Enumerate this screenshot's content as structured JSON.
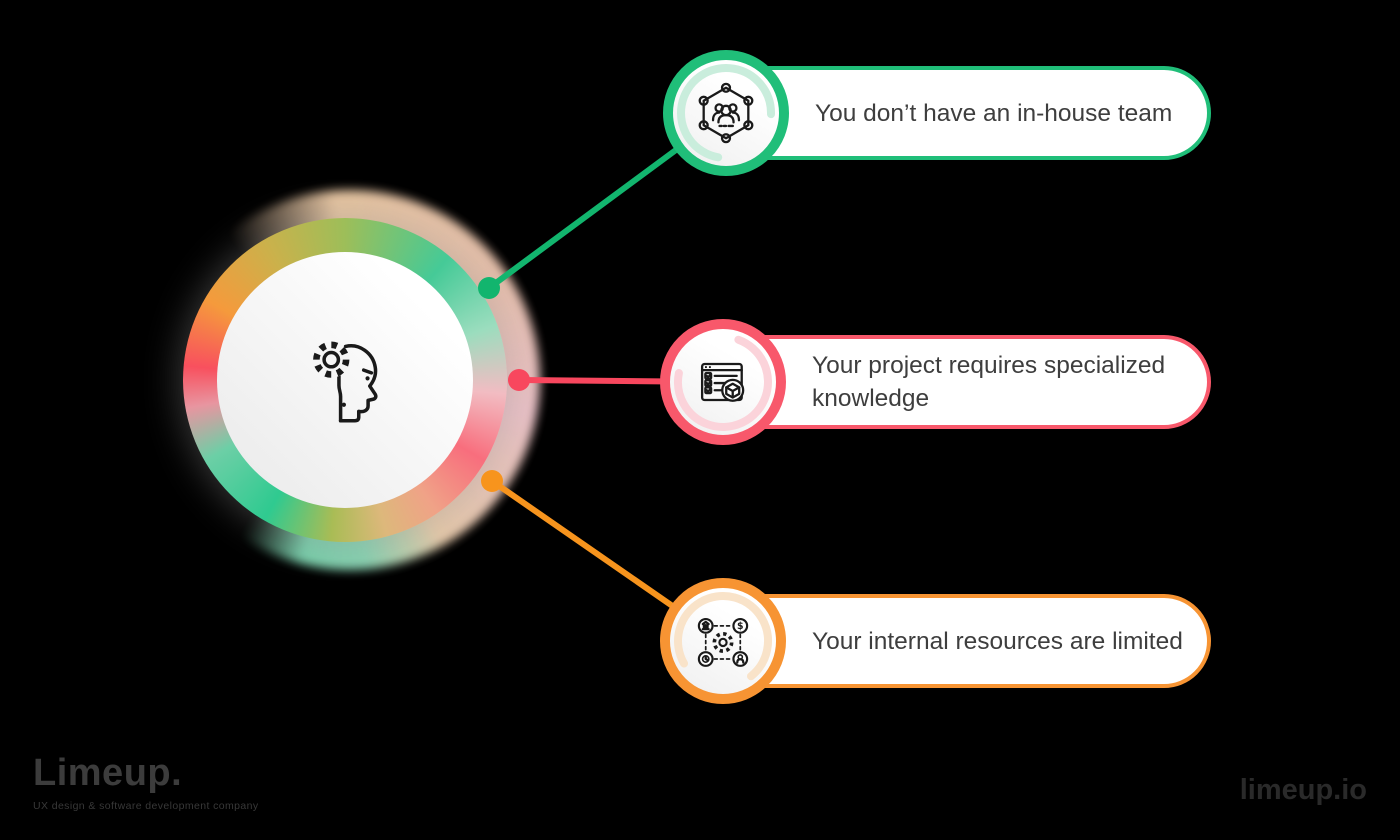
{
  "canvas": {
    "background": "#000000"
  },
  "center": {
    "icon": "head-gear-icon",
    "ring_gradient": [
      "#9DBE59",
      "#45CA97",
      "#F2BCC2",
      "#F86E7D",
      "#DDB87B",
      "#A9BC55",
      "#2FCA90",
      "#F8505E",
      "#F59A3C",
      "#CBB14B"
    ],
    "halo_colors": [
      "#F3CFA9",
      "#F6CBD1",
      "#8FDDBA"
    ],
    "inner_fill": "#FFFFFF"
  },
  "items": [
    {
      "label": "You don’t have an in-house team",
      "icon": "team-network-icon",
      "color": "#20BE79",
      "light_arc_color": "#C9EDDC",
      "dot_color": "#12B56E"
    },
    {
      "label": "Your project requires specialized knowledge",
      "icon": "checklist-cube-icon",
      "color": "#F8586B",
      "light_arc_color": "#FBD3DA",
      "dot_color": "#F8475E"
    },
    {
      "label": "Your internal resources are limited",
      "icon": "resources-gear-icon",
      "color": "#F79433",
      "light_arc_color": "#F9E3C9",
      "dot_color": "#F7941D"
    }
  ],
  "text_color": "#3E3E3E",
  "footer": {
    "logo": "Limeup.",
    "tagline": "UX design & software development company",
    "watermark": "limeup.io"
  }
}
